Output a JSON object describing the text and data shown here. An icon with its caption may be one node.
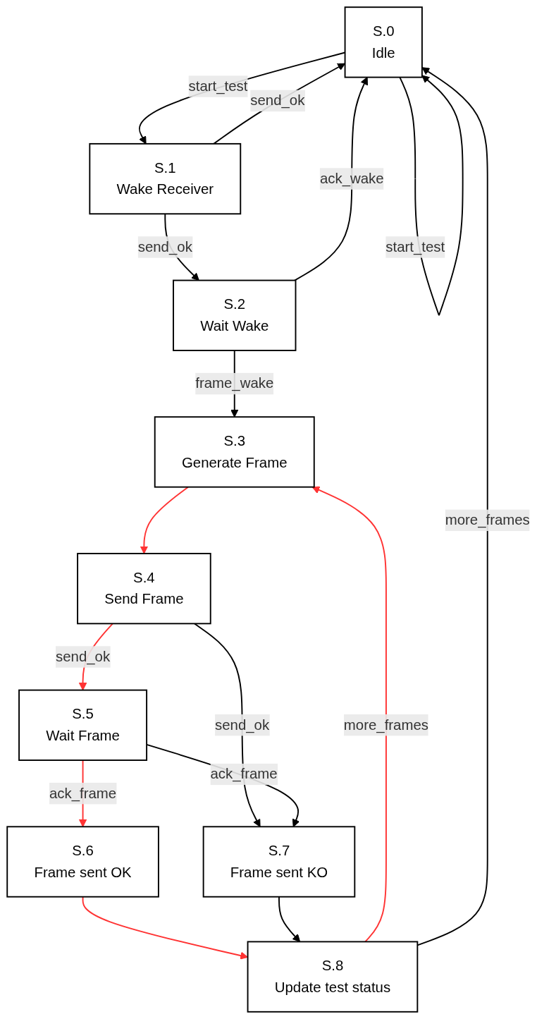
{
  "diagram": {
    "nodes": [
      {
        "text": [
          "S.0",
          "Idle"
        ]
      },
      {
        "text": [
          "S.1",
          "Wake Receiver"
        ]
      },
      {
        "text": [
          "S.2",
          "Wait Wake"
        ]
      },
      {
        "text": [
          "S.3",
          "Generate Frame"
        ]
      },
      {
        "text": [
          "S.4",
          "Send Frame"
        ]
      },
      {
        "text": [
          "S.5",
          "Wait Frame"
        ]
      },
      {
        "text": [
          "S.7",
          "Frame sent KO"
        ]
      },
      {
        "text": [
          "S.6",
          "Frame sent OK"
        ]
      },
      {
        "text": [
          "S.8",
          "Update test status"
        ]
      }
    ],
    "edges": [
      {
        "from": 0,
        "to": 0,
        "arrow": "to",
        "label": "start_test"
      },
      {
        "from": 0,
        "to": 1,
        "arrow": "to",
        "label": "start_test"
      },
      {
        "from": 1,
        "to": 0,
        "arrow": "to",
        "label": "send_ok"
      },
      {
        "from": 1,
        "to": 2,
        "arrow": "to",
        "label": "send_ok"
      },
      {
        "from": 2,
        "to": 0,
        "arrow": "to",
        "label": "ack_wake"
      },
      {
        "from": 2,
        "to": 3,
        "arrow": "to",
        "label": "frame_wake"
      },
      {
        "from": 3,
        "to": 4,
        "arrow": "to",
        "color": "#ff3333"
      },
      {
        "from": 4,
        "to": 5,
        "arrow": "to",
        "label": "send_ok",
        "color": "#ff3333"
      },
      {
        "from": 4,
        "to": 6,
        "arrow": "to",
        "label": "send_ok"
      },
      {
        "from": 5,
        "to": 6,
        "arrow": "to",
        "label": "ack_frame"
      },
      {
        "from": 5,
        "to": 7,
        "arrow": "to",
        "label": "ack_frame",
        "color": "#ff3333"
      },
      {
        "from": 7,
        "to": 8,
        "arrow": "to",
        "color": "#ff3333"
      },
      {
        "from": 6,
        "to": 8,
        "arrow": "to"
      },
      {
        "from": 8,
        "to": 3,
        "arrow": "to",
        "label": "more_frames",
        "color": "#ff3333"
      },
      {
        "from": 8,
        "to": 0,
        "arrow": "to",
        "label": "more_frames"
      }
    ]
  }
}
